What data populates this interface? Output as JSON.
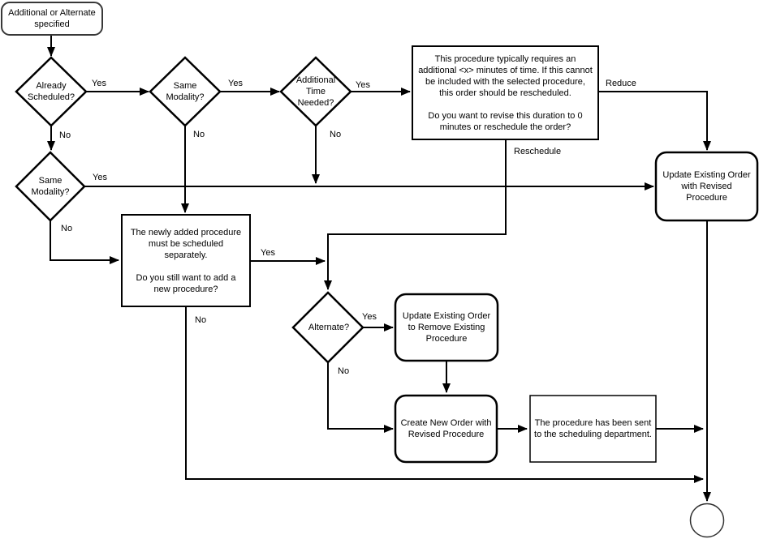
{
  "diagram": {
    "type": "flowchart",
    "title": "Additional or Alternate procedure scheduling flow",
    "colors": {
      "stroke": "#000000",
      "shape_fill": "#ffffff",
      "text": "#000000",
      "terminator_stroke": "#383838"
    },
    "nodes": {
      "start": {
        "shape": "terminator",
        "lines": [
          "Additional or Alternate",
          "specified"
        ]
      },
      "already_scheduled": {
        "shape": "decision",
        "lines": [
          "Already",
          "Scheduled?"
        ]
      },
      "same_modality_top": {
        "shape": "decision",
        "lines": [
          "Same",
          "Modality?"
        ]
      },
      "additional_time": {
        "shape": "decision",
        "lines": [
          "Additional",
          "Time",
          "Needed?"
        ]
      },
      "notice": {
        "shape": "rect",
        "lines": [
          "This procedure typically requires an",
          "additional <x> minutes of time. If this cannot",
          "be included with the selected procedure,",
          "this order should be rescheduled.",
          "",
          "Do you want to revise this duration to 0",
          "minutes or reschedule the order?"
        ]
      },
      "update_existing": {
        "shape": "process",
        "lines": [
          "Update Existing Order",
          "with Revised",
          "Procedure"
        ]
      },
      "same_modality_left": {
        "shape": "decision",
        "lines": [
          "Same",
          "Modality?"
        ]
      },
      "newly_added": {
        "shape": "rect",
        "lines": [
          "The newly added procedure",
          "must be scheduled",
          "separately.",
          "",
          "Do you still want to add a",
          "new procedure?"
        ]
      },
      "alternate": {
        "shape": "decision",
        "lines": [
          "Alternate?"
        ]
      },
      "remove_existing": {
        "shape": "process",
        "lines": [
          "Update Existing Order",
          "to Remove Existing",
          "Procedure"
        ]
      },
      "create_new": {
        "shape": "process",
        "lines": [
          "Create New Order with",
          "Revised Procedure"
        ]
      },
      "sent": {
        "shape": "rect",
        "lines": [
          "The procedure has been sent",
          "to the scheduling department."
        ]
      },
      "end": {
        "shape": "circle",
        "lines": []
      }
    },
    "edge_labels": {
      "yes_already": "Yes",
      "no_already": "No",
      "yes_modality_top": "Yes",
      "no_modality_top": "No",
      "yes_additional_time": "Yes",
      "no_additional_time": "No",
      "reduce": "Reduce",
      "reschedule": "Reschedule",
      "yes_modality_left": "Yes",
      "no_modality_left": "No",
      "yes_newly_added": "Yes",
      "no_newly_added": "No",
      "yes_alternate": "Yes",
      "no_alternate": "No"
    }
  }
}
